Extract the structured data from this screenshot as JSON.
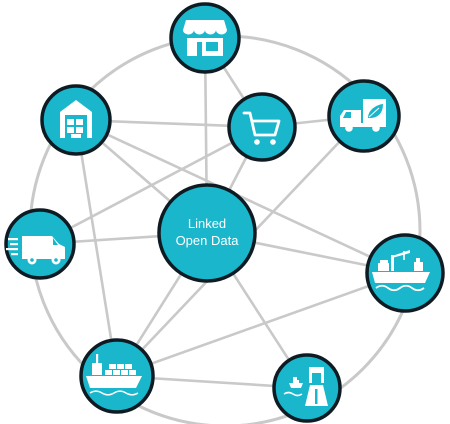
{
  "center": {
    "label_line1": "Linked",
    "label_line2": "Open Data"
  },
  "nodes": [
    {
      "id": "store",
      "icon": "storefront-icon"
    },
    {
      "id": "warehouse",
      "icon": "warehouse-icon"
    },
    {
      "id": "cart",
      "icon": "shopping-cart-icon"
    },
    {
      "id": "eco-truck",
      "icon": "eco-delivery-truck-icon"
    },
    {
      "id": "delivery-van",
      "icon": "fast-delivery-van-icon"
    },
    {
      "id": "port-ship",
      "icon": "port-crane-ship-icon"
    },
    {
      "id": "cargo-ship",
      "icon": "container-ship-icon"
    },
    {
      "id": "terminal",
      "icon": "ship-terminal-road-icon"
    }
  ],
  "colors": {
    "node_fill": "#19b6cc",
    "node_border": "#0e1b23",
    "edge": "#c9c9c9",
    "icon": "#ffffff"
  }
}
